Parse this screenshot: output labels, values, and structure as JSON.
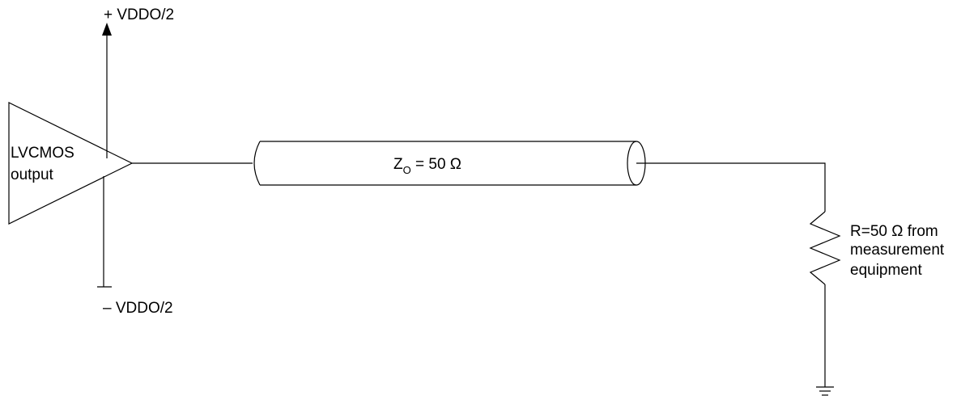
{
  "driver": {
    "line1": "LVCMOS",
    "line2": "output"
  },
  "supply": {
    "positive": "+ VDDO/2",
    "negative": "– VDDO/2"
  },
  "cable": {
    "z_symbol": "Z",
    "z_subscript": "O",
    "z_value": " = 50 Ω"
  },
  "load": {
    "line1": "R=50 Ω from",
    "line2": "measurement",
    "line3": "equipment"
  }
}
